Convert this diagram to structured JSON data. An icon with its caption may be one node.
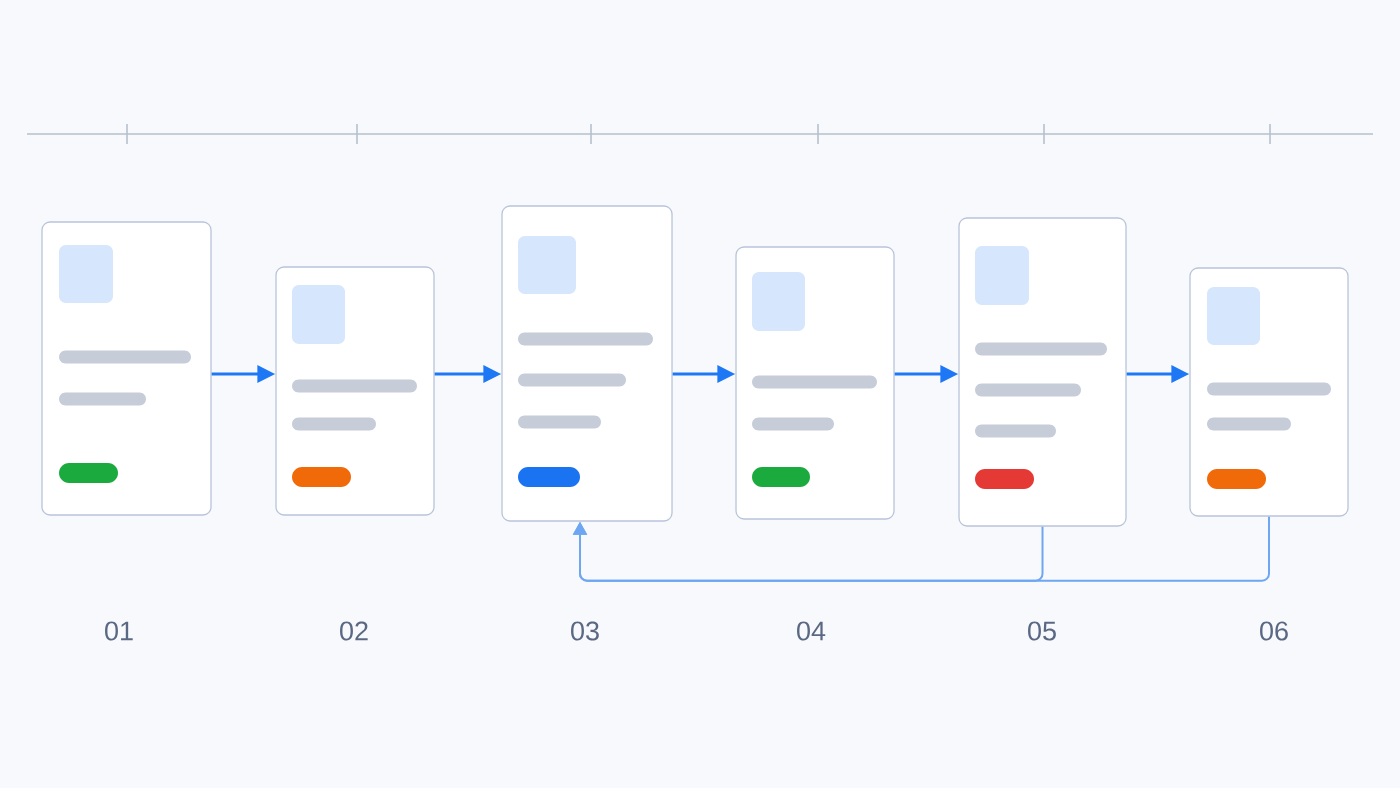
{
  "diagram": {
    "nodes": [
      {
        "text": [],
        "shape": "box"
      },
      {
        "text": [],
        "shape": "box"
      },
      {
        "text": [],
        "shape": "box"
      },
      {
        "text": [],
        "shape": "box"
      },
      {
        "text": [],
        "shape": "box"
      },
      {
        "text": [],
        "shape": "box"
      }
    ],
    "edges": [
      {
        "from": 0,
        "to": 1,
        "arrow": "to"
      },
      {
        "from": 1,
        "to": 2,
        "arrow": "to"
      },
      {
        "from": 2,
        "to": 3,
        "arrow": "to"
      },
      {
        "from": 3,
        "to": 4,
        "arrow": "to"
      },
      {
        "from": 4,
        "to": 5,
        "arrow": "to"
      },
      {
        "from": 4,
        "to": 2,
        "arrow": "to",
        "color": "#6ea6f2"
      },
      {
        "from": 5,
        "to": 2,
        "arrow": "to",
        "color": "#6ea6f2"
      }
    ],
    "labels": [
      "01",
      "02",
      "03",
      "04",
      "05",
      "06"
    ]
  }
}
